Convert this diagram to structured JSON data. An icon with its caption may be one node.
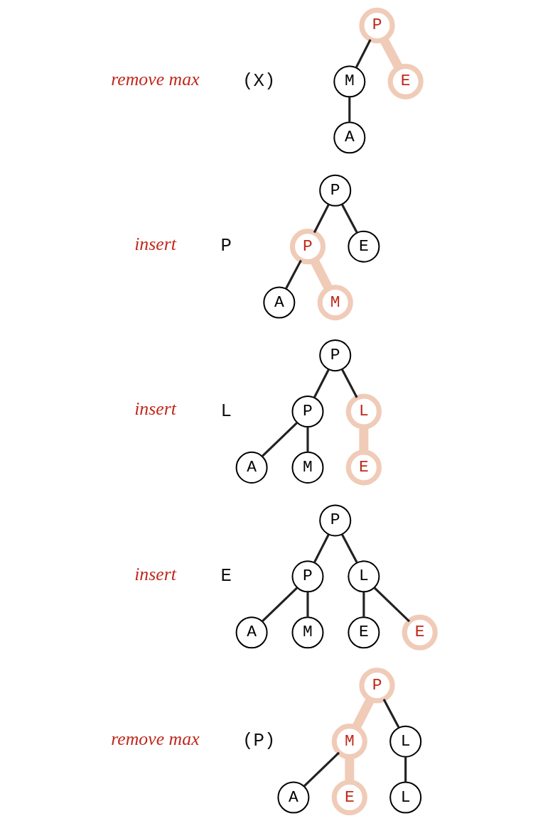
{
  "diagram": {
    "nodes": [
      {
        "text": [
          "P"
        ]
      },
      {
        "text": [
          "M"
        ]
      },
      {
        "text": [
          "E"
        ]
      },
      {
        "text": [
          "A"
        ]
      },
      {
        "text": [
          "P"
        ]
      },
      {
        "text": [
          "P"
        ]
      },
      {
        "text": [
          "E"
        ]
      },
      {
        "text": [
          "A"
        ]
      },
      {
        "text": [
          "M"
        ]
      },
      {
        "text": [
          "P"
        ]
      },
      {
        "text": [
          "P"
        ]
      },
      {
        "text": [
          "L"
        ]
      },
      {
        "text": [
          "A"
        ]
      },
      {
        "text": [
          "M"
        ]
      },
      {
        "text": [
          "E"
        ]
      },
      {
        "text": [
          "P"
        ]
      },
      {
        "text": [
          "P"
        ]
      },
      {
        "text": [
          "L"
        ]
      },
      {
        "text": [
          "A"
        ]
      },
      {
        "text": [
          "M"
        ]
      },
      {
        "text": [
          "E"
        ]
      },
      {
        "text": [
          "E"
        ]
      },
      {
        "text": [
          "P"
        ]
      },
      {
        "text": [
          "M"
        ]
      },
      {
        "text": [
          "L"
        ]
      },
      {
        "text": [
          "A"
        ]
      },
      {
        "text": [
          "E"
        ]
      },
      {
        "text": [
          "L"
        ]
      }
    ],
    "edges": [
      {
        "from": 0,
        "to": 1,
        "arrow": "none"
      },
      {
        "from": 0,
        "to": 2,
        "arrow": "none",
        "style": "thick",
        "color": "#f0cbb8"
      },
      {
        "from": 1,
        "to": 3,
        "arrow": "none"
      },
      {
        "from": 4,
        "to": 5,
        "arrow": "none"
      },
      {
        "from": 4,
        "to": 6,
        "arrow": "none"
      },
      {
        "from": 5,
        "to": 7,
        "arrow": "none"
      },
      {
        "from": 5,
        "to": 8,
        "arrow": "none",
        "style": "thick",
        "color": "#f0cbb8"
      },
      {
        "from": 9,
        "to": 10,
        "arrow": "none"
      },
      {
        "from": 9,
        "to": 11,
        "arrow": "none"
      },
      {
        "from": 10,
        "to": 12,
        "arrow": "none"
      },
      {
        "from": 10,
        "to": 13,
        "arrow": "none"
      },
      {
        "from": 11,
        "to": 14,
        "arrow": "none",
        "style": "thick",
        "color": "#f0cbb8"
      },
      {
        "from": 15,
        "to": 16,
        "arrow": "none"
      },
      {
        "from": 15,
        "to": 17,
        "arrow": "none"
      },
      {
        "from": 16,
        "to": 18,
        "arrow": "none"
      },
      {
        "from": 16,
        "to": 19,
        "arrow": "none"
      },
      {
        "from": 17,
        "to": 20,
        "arrow": "none"
      },
      {
        "from": 17,
        "to": 21,
        "arrow": "none"
      },
      {
        "from": 22,
        "to": 23,
        "arrow": "none",
        "style": "thick",
        "color": "#f0cbb8"
      },
      {
        "from": 22,
        "to": 24,
        "arrow": "none"
      },
      {
        "from": 23,
        "to": 25,
        "arrow": "none"
      },
      {
        "from": 23,
        "to": 26,
        "arrow": "none",
        "style": "thick",
        "color": "#f0cbb8"
      },
      {
        "from": 24,
        "to": 27,
        "arrow": "none"
      }
    ],
    "labels": [
      "remove max",
      "(X)",
      "insert",
      "P",
      "insert",
      "L",
      "insert",
      "E",
      "remove max",
      "(P)"
    ]
  }
}
